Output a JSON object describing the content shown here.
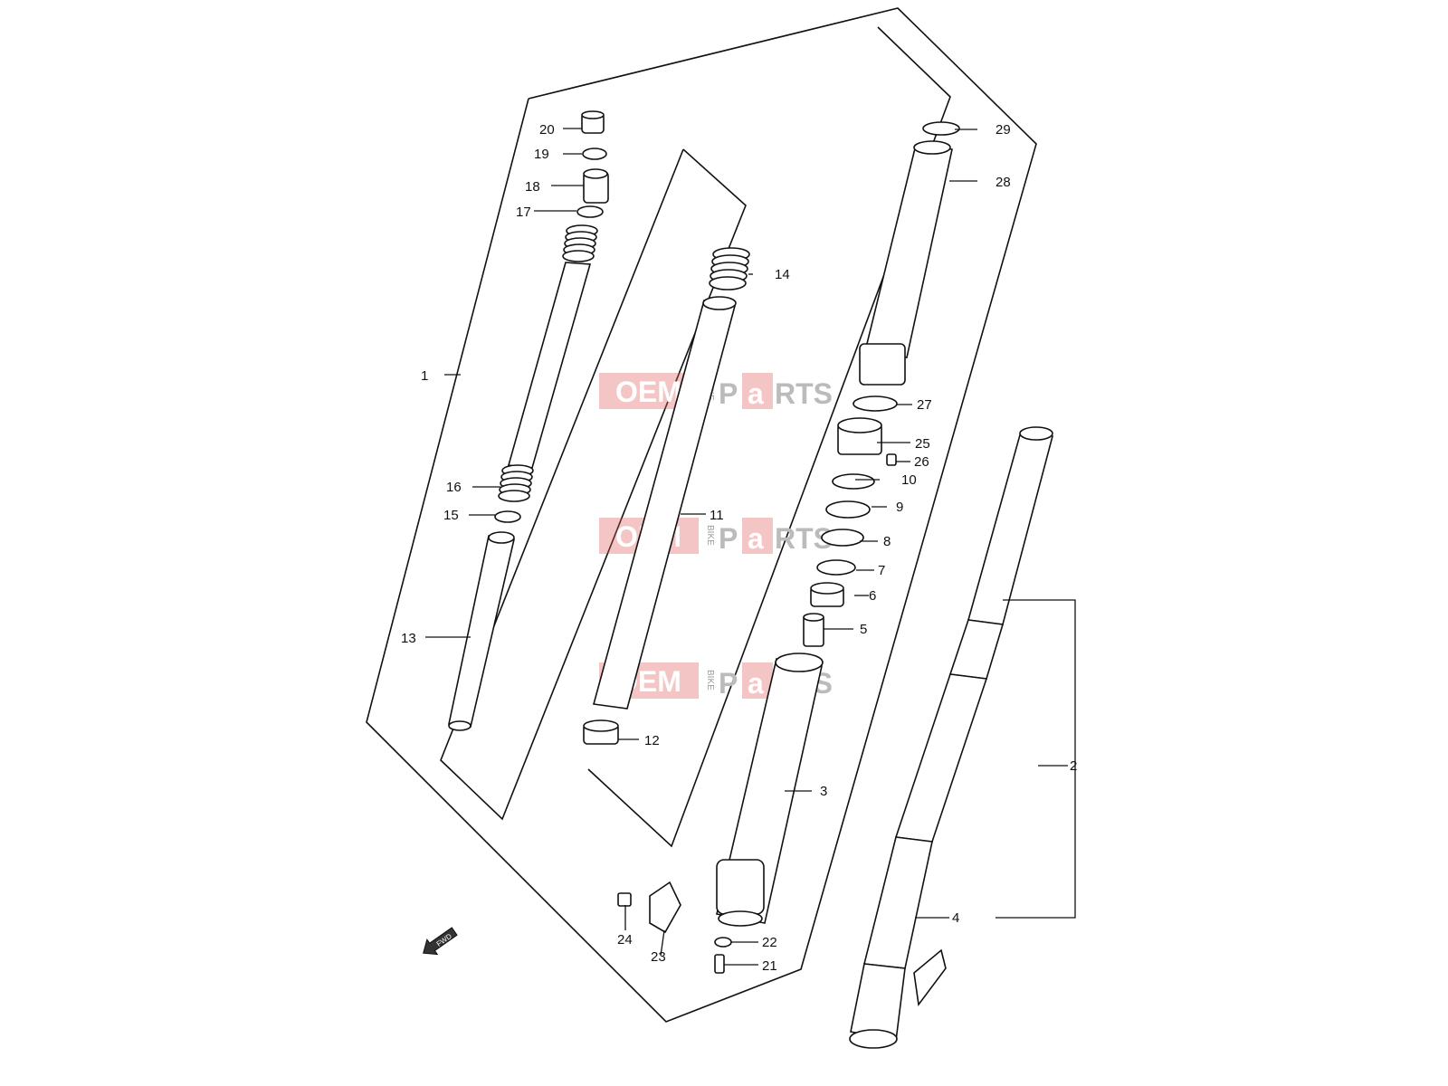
{
  "diagram": {
    "callouts": [
      {
        "id": "c1",
        "label": "1"
      },
      {
        "id": "c2",
        "label": "2"
      },
      {
        "id": "c3",
        "label": "3"
      },
      {
        "id": "c4",
        "label": "4"
      },
      {
        "id": "c5",
        "label": "5"
      },
      {
        "id": "c6",
        "label": "6"
      },
      {
        "id": "c7",
        "label": "7"
      },
      {
        "id": "c8",
        "label": "8"
      },
      {
        "id": "c9",
        "label": "9"
      },
      {
        "id": "c10",
        "label": "10"
      },
      {
        "id": "c11",
        "label": "11"
      },
      {
        "id": "c12",
        "label": "12"
      },
      {
        "id": "c13",
        "label": "13"
      },
      {
        "id": "c14",
        "label": "14"
      },
      {
        "id": "c15",
        "label": "15"
      },
      {
        "id": "c16",
        "label": "16"
      },
      {
        "id": "c17",
        "label": "17"
      },
      {
        "id": "c18",
        "label": "18"
      },
      {
        "id": "c19",
        "label": "19"
      },
      {
        "id": "c20",
        "label": "20"
      },
      {
        "id": "c21",
        "label": "21"
      },
      {
        "id": "c22",
        "label": "22"
      },
      {
        "id": "c23",
        "label": "23"
      },
      {
        "id": "c24",
        "label": "24"
      },
      {
        "id": "c25",
        "label": "25"
      },
      {
        "id": "c26",
        "label": "26"
      },
      {
        "id": "c27",
        "label": "27"
      },
      {
        "id": "c28",
        "label": "28"
      },
      {
        "id": "c29",
        "label": "29"
      }
    ],
    "direction_badge": "FWD",
    "watermark": {
      "oem": "OEM",
      "bike": "BIKE",
      "parts_a": "P",
      "parts_b": "a",
      "parts_c": "RTS",
      "color": "#e0585a"
    }
  }
}
